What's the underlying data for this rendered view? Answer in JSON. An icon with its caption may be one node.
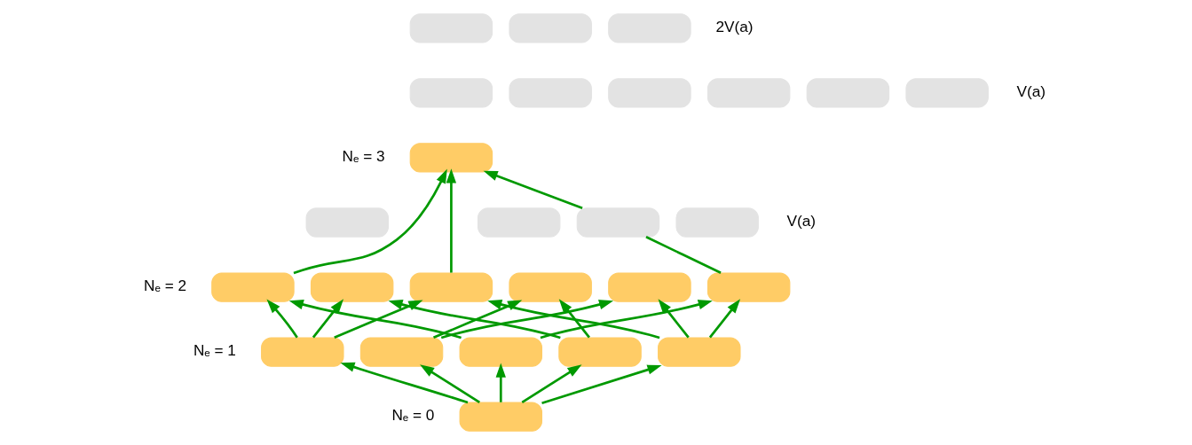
{
  "diagram": {
    "nodes": [
      {
        "text": [],
        "shape": "box"
      },
      {
        "text": [],
        "shape": "box"
      },
      {
        "text": [],
        "shape": "box"
      },
      {
        "text": [],
        "shape": "box"
      },
      {
        "text": [],
        "shape": "box"
      },
      {
        "text": [],
        "shape": "box"
      },
      {
        "text": [],
        "shape": "box"
      },
      {
        "text": [],
        "shape": "box"
      },
      {
        "text": [],
        "shape": "box"
      },
      {
        "text": [],
        "shape": "box"
      },
      {
        "text": [],
        "shape": "box"
      },
      {
        "text": [],
        "shape": "box"
      },
      {
        "text": [],
        "shape": "box"
      },
      {
        "text": [],
        "shape": "box"
      },
      {
        "text": [],
        "shape": "box"
      },
      {
        "text": [],
        "shape": "box"
      },
      {
        "text": [],
        "shape": "box"
      },
      {
        "text": [],
        "shape": "box"
      },
      {
        "text": [],
        "shape": "box"
      },
      {
        "text": [],
        "shape": "box"
      },
      {
        "text": [],
        "shape": "box"
      },
      {
        "text": [],
        "shape": "box"
      },
      {
        "text": [],
        "shape": "box"
      },
      {
        "text": [],
        "shape": "box"
      },
      {
        "text": [],
        "shape": "box"
      },
      {
        "text": [],
        "shape": "box"
      }
    ],
    "edges": [
      {
        "from": 25,
        "to": 20,
        "arrow": "to"
      },
      {
        "from": 25,
        "to": 21,
        "arrow": "to"
      },
      {
        "from": 25,
        "to": 22,
        "arrow": "to"
      },
      {
        "from": 25,
        "to": 23,
        "arrow": "to"
      },
      {
        "from": 25,
        "to": 24,
        "arrow": "to"
      },
      {
        "from": 20,
        "to": 14,
        "arrow": "to"
      },
      {
        "from": 20,
        "to": 15,
        "arrow": "to"
      },
      {
        "from": 20,
        "to": 16,
        "arrow": "to"
      },
      {
        "from": 21,
        "to": 17,
        "arrow": "to"
      },
      {
        "from": 21,
        "to": 18,
        "arrow": "to"
      },
      {
        "from": 22,
        "to": 14,
        "arrow": "to"
      },
      {
        "from": 22,
        "to": 19,
        "arrow": "to"
      },
      {
        "from": 23,
        "to": 15,
        "arrow": "to"
      },
      {
        "from": 23,
        "to": 17,
        "arrow": "to"
      },
      {
        "from": 24,
        "to": 16,
        "arrow": "to"
      },
      {
        "from": 24,
        "to": 18,
        "arrow": "to"
      },
      {
        "from": 24,
        "to": 19,
        "arrow": "to"
      },
      {
        "from": 14,
        "to": 9,
        "arrow": "to"
      },
      {
        "from": 16,
        "to": 9,
        "arrow": "to"
      },
      {
        "from": 19,
        "to": 12,
        "arrow": "none"
      },
      {
        "from": 12,
        "to": 9,
        "arrow": "to"
      }
    ],
    "labels": [
      "2V(a)",
      "V(a)",
      "Nₑ = 3",
      "V(a)",
      "Nₑ = 2",
      "Nₑ = 1",
      "Nₑ = 0"
    ]
  }
}
